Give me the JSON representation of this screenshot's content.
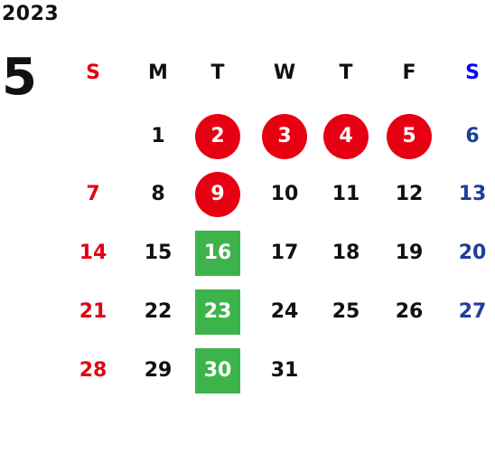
{
  "year": "2023",
  "month": "5",
  "colors": {
    "sunday": "#e60012",
    "saturday": "#1d3e9c",
    "weekday": "#111111",
    "holiday_circle": "#e60012",
    "highlight_square": "#3cb44b",
    "saturday_header": "#0000ff"
  },
  "weekdays": [
    "S",
    "M",
    "T",
    "W",
    "T",
    "F",
    "S"
  ],
  "days": [
    {
      "n": "1",
      "col": 1,
      "row": 0
    },
    {
      "n": "2",
      "col": 2,
      "row": 0,
      "mark": "holiday"
    },
    {
      "n": "3",
      "col": 3,
      "row": 0,
      "mark": "holiday"
    },
    {
      "n": "4",
      "col": 4,
      "row": 0,
      "mark": "holiday"
    },
    {
      "n": "5",
      "col": 5,
      "row": 0,
      "mark": "holiday"
    },
    {
      "n": "6",
      "col": 6,
      "row": 0
    },
    {
      "n": "7",
      "col": 0,
      "row": 1
    },
    {
      "n": "8",
      "col": 1,
      "row": 1
    },
    {
      "n": "9",
      "col": 2,
      "row": 1,
      "mark": "holiday"
    },
    {
      "n": "10",
      "col": 3,
      "row": 1
    },
    {
      "n": "11",
      "col": 4,
      "row": 1
    },
    {
      "n": "12",
      "col": 5,
      "row": 1
    },
    {
      "n": "13",
      "col": 6,
      "row": 1
    },
    {
      "n": "14",
      "col": 0,
      "row": 2
    },
    {
      "n": "15",
      "col": 1,
      "row": 2
    },
    {
      "n": "16",
      "col": 2,
      "row": 2,
      "mark": "highlight"
    },
    {
      "n": "17",
      "col": 3,
      "row": 2
    },
    {
      "n": "18",
      "col": 4,
      "row": 2
    },
    {
      "n": "19",
      "col": 5,
      "row": 2
    },
    {
      "n": "20",
      "col": 6,
      "row": 2
    },
    {
      "n": "21",
      "col": 0,
      "row": 3
    },
    {
      "n": "22",
      "col": 1,
      "row": 3
    },
    {
      "n": "23",
      "col": 2,
      "row": 3,
      "mark": "highlight"
    },
    {
      "n": "24",
      "col": 3,
      "row": 3
    },
    {
      "n": "25",
      "col": 4,
      "row": 3
    },
    {
      "n": "26",
      "col": 5,
      "row": 3
    },
    {
      "n": "27",
      "col": 6,
      "row": 3
    },
    {
      "n": "28",
      "col": 0,
      "row": 4
    },
    {
      "n": "29",
      "col": 1,
      "row": 4
    },
    {
      "n": "30",
      "col": 2,
      "row": 4,
      "mark": "highlight"
    },
    {
      "n": "31",
      "col": 3,
      "row": 4
    }
  ]
}
